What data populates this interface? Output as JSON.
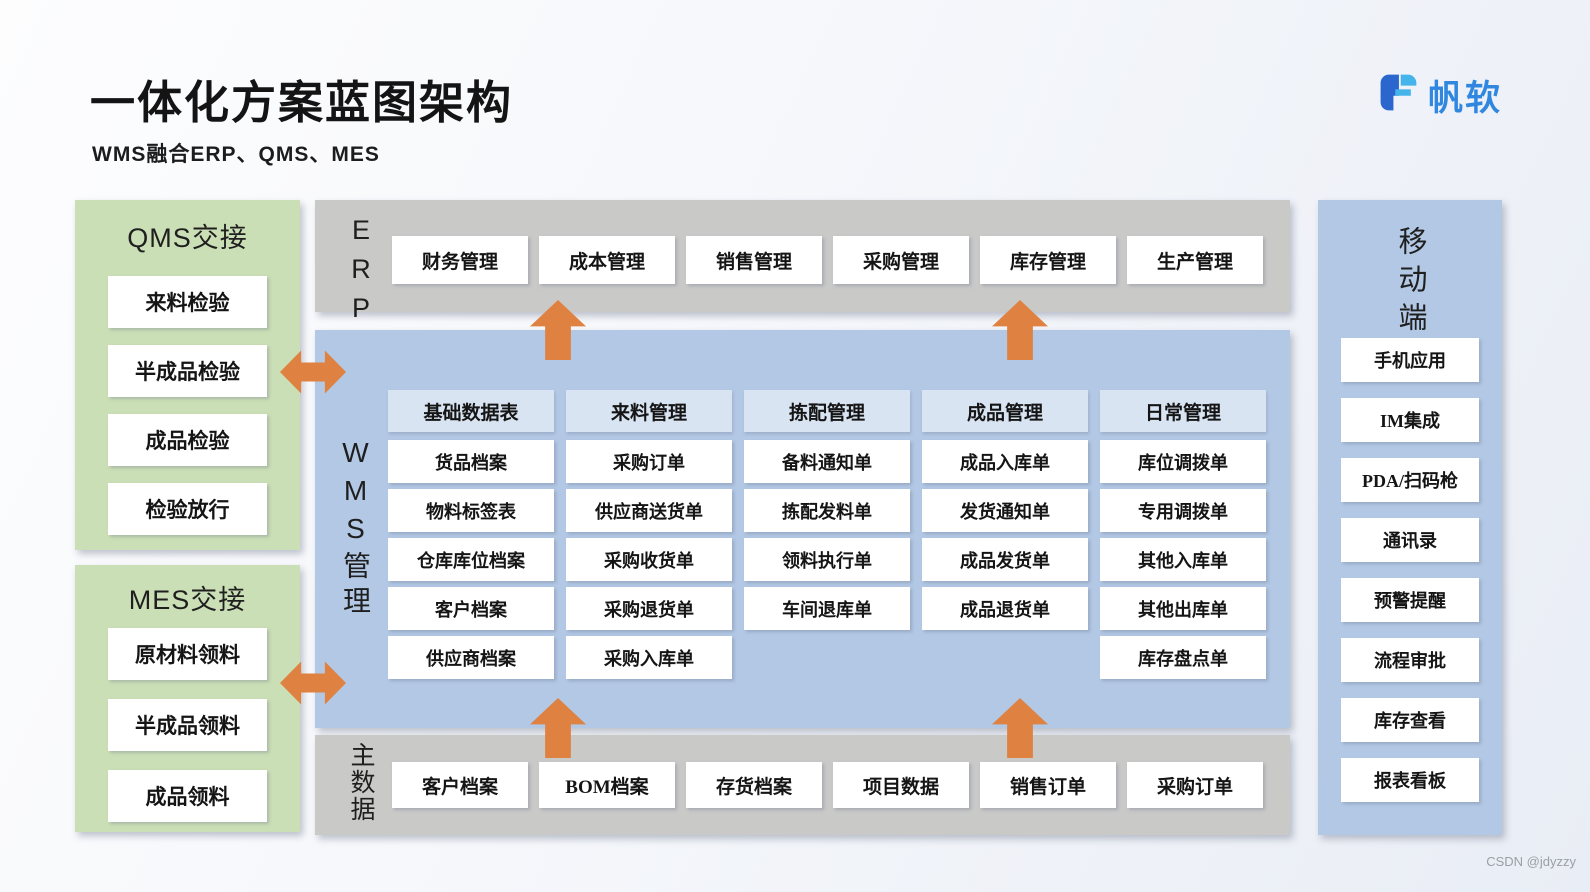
{
  "page": {
    "title": "一体化方案蓝图架构",
    "subtitle": "WMS融合ERP、QMS、MES",
    "watermark": "CSDN @jdyzzy"
  },
  "logo": {
    "text": "帆软"
  },
  "colors": {
    "panel_green": "#cbdfb6",
    "panel_blue": "#b2c8e5",
    "panel_gray": "#c9c9c8",
    "wms_header_blue": "#d9e4f2",
    "arrow_orange": "#df8140",
    "logo_blue": "#2f87df",
    "logo_icon_dark": "#2a66ce",
    "logo_icon_light": "#45b4ea"
  },
  "qms": {
    "title": "QMS交接",
    "items": [
      "来料检验",
      "半成品检验",
      "成品检验",
      "检验放行"
    ]
  },
  "mes": {
    "title": "MES交接",
    "items": [
      "原材料领料",
      "半成品领料",
      "成品领料"
    ]
  },
  "erp": {
    "label": "ERP",
    "items": [
      "财务管理",
      "成本管理",
      "销售管理",
      "采购管理",
      "库存管理",
      "生产管理"
    ]
  },
  "wms": {
    "label": "WMS管理",
    "columns": [
      {
        "header": "基础数据表",
        "items": [
          "货品档案",
          "物料标签表",
          "仓库库位档案",
          "客户档案",
          "供应商档案"
        ]
      },
      {
        "header": "来料管理",
        "items": [
          "采购订单",
          "供应商送货单",
          "采购收货单",
          "采购退货单",
          "采购入库单"
        ]
      },
      {
        "header": "拣配管理",
        "items": [
          "备料通知单",
          "拣配发料单",
          "领料执行单",
          "车间退库单"
        ]
      },
      {
        "header": "成品管理",
        "items": [
          "成品入库单",
          "发货通知单",
          "成品发货单",
          "成品退货单"
        ]
      },
      {
        "header": "日常管理",
        "items": [
          "库位调拨单",
          "专用调拨单",
          "其他入库单",
          "其他出库单",
          "库存盘点单"
        ]
      }
    ]
  },
  "master_data": {
    "label": "主数据",
    "items": [
      "客户档案",
      "BOM档案",
      "存货档案",
      "项目数据",
      "销售订单",
      "采购订单"
    ]
  },
  "mobile": {
    "label": "移动端",
    "items": [
      "手机应用",
      "IM集成",
      "PDA/扫码枪",
      "通讯录",
      "预警提醒",
      "流程审批",
      "库存查看",
      "报表看板"
    ]
  }
}
